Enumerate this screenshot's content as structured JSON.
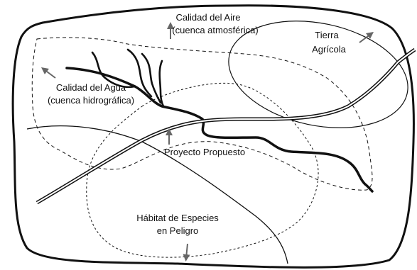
{
  "labels": {
    "air_quality": {
      "line1": "Calidad del Aire",
      "line2": "(cuenca atmosférica)"
    },
    "agricultural_land": {
      "line1": "Tierra",
      "line2": "Agrícola"
    },
    "water_quality": {
      "line1": "Calidad del Agua",
      "line2": "(cuenca hidrográfica)"
    },
    "proposed_project": {
      "line1": "Proyecto Propuesto"
    },
    "endangered_habitat": {
      "line1": "Hábitat de Especies",
      "line2": "en Peligro"
    }
  },
  "colors": {
    "line": "#111111",
    "arrow": "#666666",
    "background": "#ffffff"
  },
  "arrow_icon": "arrow-icon"
}
